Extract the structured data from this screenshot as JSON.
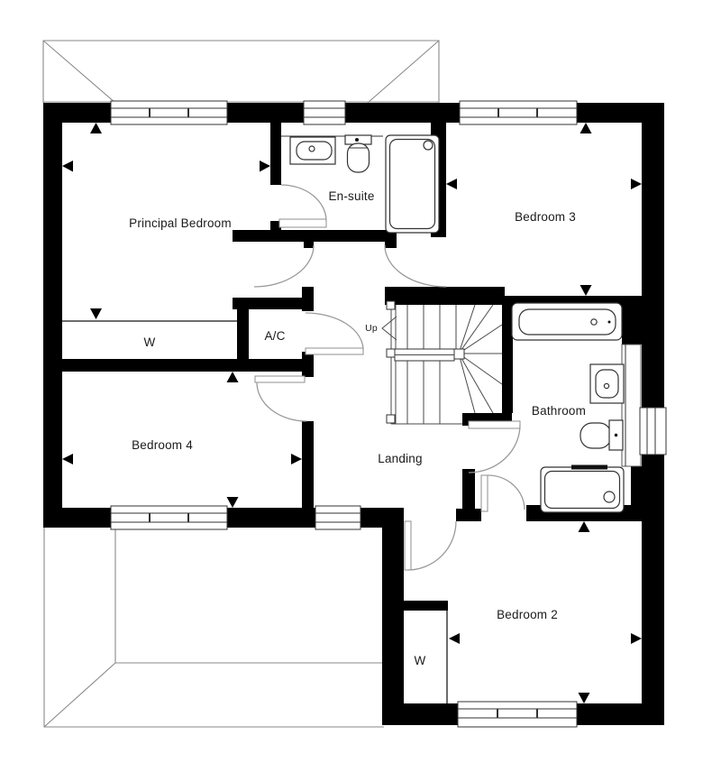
{
  "plan": {
    "labels": {
      "principal_bedroom": "Principal Bedroom",
      "ensuite": "En-suite",
      "bedroom_3": "Bedroom 3",
      "bedroom_4": "Bedroom 4",
      "bedroom_2": "Bedroom 2",
      "landing": "Landing",
      "bathroom": "Bathroom",
      "airing_cupboard": "A/C",
      "wardrobe_principal": "W",
      "wardrobe_bedroom_2": "W",
      "stairs_direction": "Up"
    },
    "colors": {
      "wall": "#000000",
      "background": "#ffffff",
      "label_text": "#1b1b1b",
      "door_arc": "#9a9a9a",
      "roof_line": "#8a8a8a",
      "fixture_line": "#333333",
      "dimension_arrow": "#000000"
    },
    "fixtures": {
      "ensuite": [
        "sink",
        "toilet",
        "shower"
      ],
      "bathroom": [
        "bath",
        "sink",
        "toilet",
        "shower"
      ]
    },
    "features": [
      "stairs",
      "windows",
      "door-swings",
      "roof-outlines",
      "dimension-arrows"
    ]
  }
}
